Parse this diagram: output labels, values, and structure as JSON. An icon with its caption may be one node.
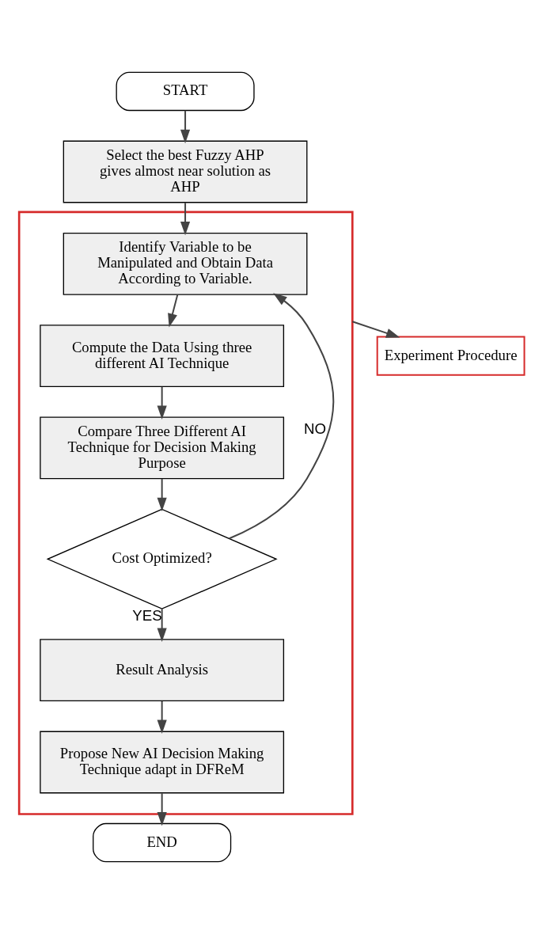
{
  "diagram": {
    "nodes": [
      {
        "text": [
          "START"
        ]
      },
      {
        "text": [
          "Select the best Fuzzy AHP gives almost near solution as AHP"
        ]
      },
      {
        "text": [],
        "shape": "box"
      },
      {
        "text": [
          "Identify Variable to be Manipulated and Obtain Data According to Variable."
        ],
        "in": 2
      },
      {
        "text": [
          "Compute the Data Using three different AI Technique"
        ],
        "in": 2
      },
      {
        "text": [
          "Compare Three Different AI Technique for Decision Making Purpose"
        ],
        "in": 2
      },
      {
        "text": [
          "Cost Optimized?"
        ],
        "in": 2
      },
      {
        "text": [
          "Result Analysis"
        ],
        "in": 2
      },
      {
        "text": [
          "Propose New AI Decision Making Technique adapt in DFReM"
        ],
        "in": 2
      },
      {
        "text": [
          "END"
        ]
      },
      {
        "text": [
          "Experiment Procedure"
        ]
      }
    ],
    "edges": [
      {
        "from": 0,
        "to": 1,
        "arrow": "to"
      },
      {
        "from": 1,
        "to": 3,
        "arrow": "to"
      },
      {
        "from": 3,
        "to": 4,
        "arrow": "to"
      },
      {
        "from": 4,
        "to": 5,
        "arrow": "to"
      },
      {
        "from": 5,
        "to": 6,
        "arrow": "to"
      },
      {
        "from": 6,
        "to": 7,
        "arrow": "to",
        "label": "YES"
      },
      {
        "from": 6,
        "to": 3,
        "arrow": "to",
        "label": "NO"
      },
      {
        "from": 7,
        "to": 8,
        "arrow": "to"
      },
      {
        "from": 8,
        "to": 9,
        "arrow": "to"
      },
      {
        "from": 2,
        "to": 10,
        "arrow": "to"
      }
    ]
  }
}
